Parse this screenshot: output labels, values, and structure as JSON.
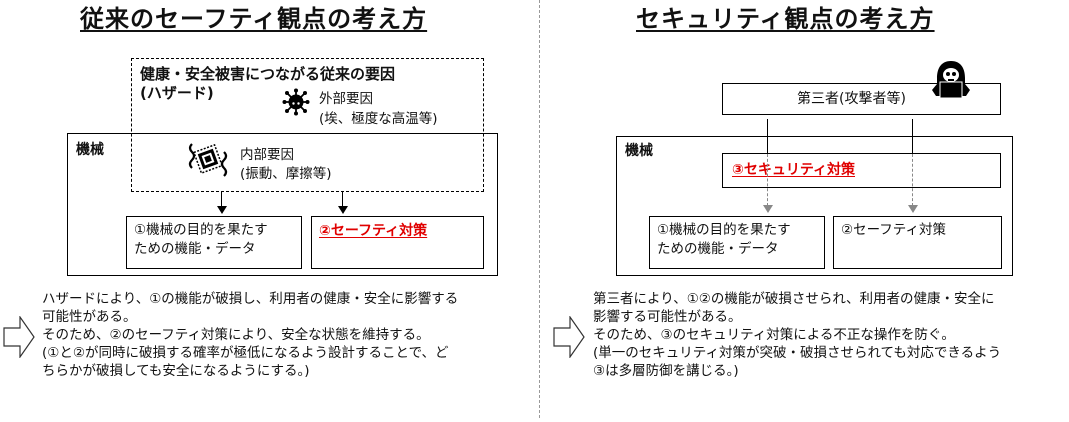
{
  "left": {
    "title": "従来のセーフティ観点の考え方",
    "hazard_box": {
      "title_line1": "健康・安全被害につながる従来の要因",
      "title_line2": "(ハザード)",
      "external": {
        "icon": "virus-icon",
        "label": "外部要因",
        "detail": "(埃、極度な高温等)"
      },
      "internal": {
        "icon": "vibrating-chip-icon",
        "label": "内部要因",
        "detail": "(振動、摩擦等)"
      }
    },
    "machine_box": {
      "label": "機械",
      "function_box": {
        "line1": "①機械の目的を果たす",
        "line2": "ための機能・データ"
      },
      "safety_box": {
        "label": "②セーフティ対策",
        "color": "#e00000"
      }
    },
    "explanation": [
      "ハザードにより、①の機能が破損し、利用者の健康・安全に影響する",
      "可能性がある。",
      "そのため、②のセーフティ対策により、安全な状態を維持する。",
      "(①と②が同時に破損する確率が極低になるよう設計することで、ど",
      "ちらかが破損しても安全になるようにする。)"
    ]
  },
  "right": {
    "title": "セキュリティ観点の考え方",
    "attacker_box": {
      "icon": "hacker-icon",
      "label": "第三者(攻撃者等)"
    },
    "machine_box": {
      "label": "機械",
      "security_box": {
        "label": "③セキュリティ対策",
        "color": "#e00000"
      },
      "function_box": {
        "line1": "①機械の目的を果たす",
        "line2": "ための機能・データ"
      },
      "safety_box": {
        "label": "②セーフティ対策"
      }
    },
    "explanation": [
      "第三者により、①②の機能が破損させられ、利用者の健康・安全に",
      "影響する可能性がある。",
      "そのため、③のセキュリティ対策による不正な操作を防ぐ。",
      "(単一のセキュリティ対策が突破・破損させられても対応できるよう",
      "③は多層防御を講じる。)"
    ]
  },
  "colors": {
    "highlight": "#e00000",
    "line": "#000000",
    "dashed_arrow": "#888888",
    "separator": "#999999"
  }
}
